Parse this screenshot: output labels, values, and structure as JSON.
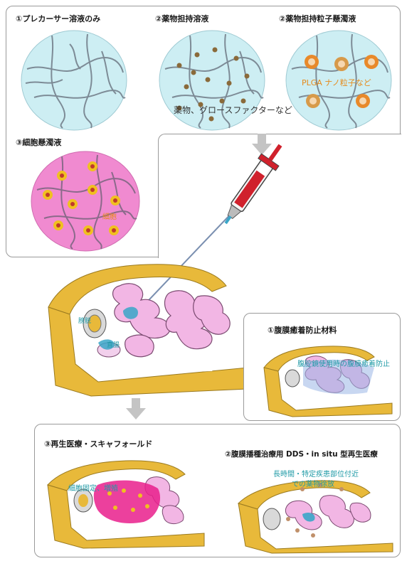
{
  "top_panel": {
    "label_1": "①プレカーサー溶液のみ",
    "label_2a": "②薬物担持溶液",
    "label_2b": "②薬物担持粒子懸濁液",
    "label_3": "③細胞懸濁液",
    "drug_note": "薬物、グロースファクターなど",
    "plga_note": "PLGA ナノ粒子など",
    "cell_note": "細胞"
  },
  "anatomy_labels": {
    "bladder": "膀胱",
    "rectum": "直腸"
  },
  "panel_right": {
    "title": "①腹膜癒着防止材料",
    "note": "腹腔鏡使用時の腹膜癒着防止"
  },
  "panel_bottom": {
    "title_left": "③再生医療・スキャフォールド",
    "note_left": "細胞固定、増殖",
    "title_right": "②腹膜播種治療用 DDS・in situ 型再生医療",
    "note_right_1": "長時間・特定疾患部位付近",
    "note_right_2": "での薬物徐放"
  },
  "colors": {
    "gel_blue": "#cdeef3",
    "cell_pink": "#f08ad0",
    "body_yellow": "#e8b93a",
    "organ_pink": "#f2b6e4",
    "injection_blue": "#3aa6c8",
    "label_teal": "#1f9aa6",
    "label_orange": "#e68a1a"
  }
}
